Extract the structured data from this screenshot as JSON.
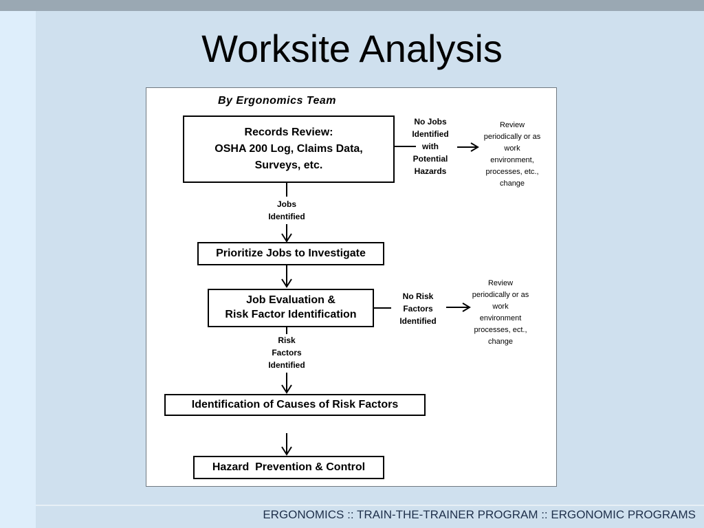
{
  "slide": {
    "title": "Worksite Analysis",
    "footer": "ERGONOMICS :: TRAIN-THE-TRAINER PROGRAM :: ERGONOMIC PROGRAMS"
  },
  "diagram": {
    "subtitle": "By Ergonomics Team",
    "records_box": [
      "Records Review:",
      "OSHA 200 Log, Claims Data,",
      "Surveys, etc."
    ],
    "no_jobs_label": [
      "No Jobs",
      "Identified",
      "with",
      "Potential",
      "Hazards"
    ],
    "review_note_1": [
      "Review",
      "periodically or as",
      "work",
      "environment,",
      "processes, etc.,",
      "change"
    ],
    "jobs_identified_label": [
      "Jobs",
      "Identified"
    ],
    "prioritize_box": "Prioritize Jobs to Investigate",
    "evaluation_box": [
      "Job Evaluation &",
      "Risk Factor Identification"
    ],
    "no_risk_label": [
      "No Risk",
      "Factors",
      "Identified"
    ],
    "review_note_2": [
      "Review",
      "periodically or as",
      "work",
      "environment",
      "processes, ect.,",
      "change"
    ],
    "risk_identified_label": [
      "Risk",
      "Factors",
      "Identified"
    ],
    "causes_box": "Identification of Causes of Risk Factors",
    "control_box": "Hazard  Prevention & Control"
  }
}
